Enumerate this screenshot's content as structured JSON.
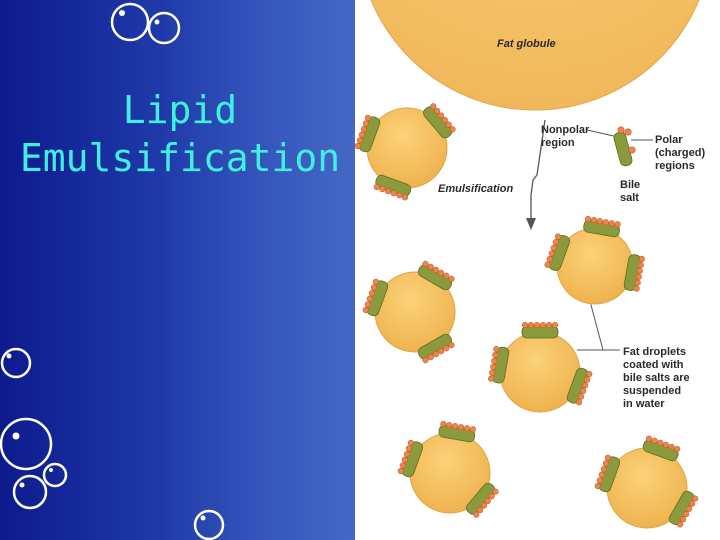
{
  "slide": {
    "title_line1": "Lipid",
    "title_line2": "Emulsification"
  },
  "diagram": {
    "fat_globule": "Fat globule",
    "nonpolar_line1": "Nonpolar",
    "nonpolar_line2": "region",
    "polar_line1": "Polar",
    "polar_line2": "(charged)",
    "polar_line3": "regions",
    "bile_line1": "Bile",
    "bile_line2": "salt",
    "emulsification": "Emulsification",
    "droplets_line1": "Fat droplets",
    "droplets_line2": "coated with",
    "droplets_line3": "bile salts are",
    "droplets_line4": "suspended",
    "droplets_line5": "in water"
  },
  "colors": {
    "panel_dark": "#0d1a8e",
    "panel_light": "#4568c6",
    "title": "#3ff0e0",
    "fat": "#f6c25a",
    "bile_green": "#8a9a3c",
    "bile_head": "#f0844a"
  }
}
